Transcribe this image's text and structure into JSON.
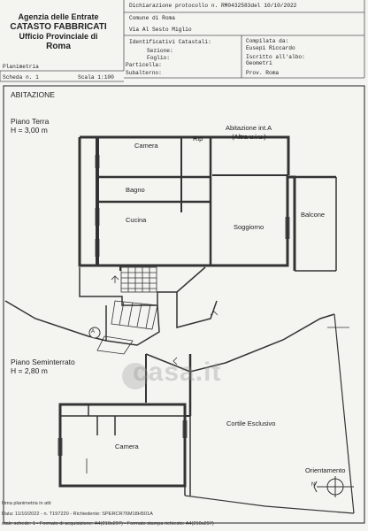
{
  "header": {
    "agency": [
      "Agenzia delle Entrate",
      "CATASTO FABBRICATI",
      "Ufficio Provinciale di",
      "Roma"
    ],
    "protocol": "Dichiarazione protocollo n. RM0432583del  10/10/2022",
    "comune": "Comune di Roma",
    "via": "Via Al Sesto Miglio",
    "identificativi": "Identificativi Catastali:",
    "sezione": "Sezione:",
    "foglio": "Foglio:",
    "particella": "Particella:",
    "subalterno": "Subalterno:",
    "compilata": "Compilata da:",
    "compilatore": "Eusepi Riccardo",
    "iscritto": "Iscritto all'albo:",
    "albo": "Geometri",
    "prov": "Prov. Roma",
    "planimetria": "Planimetria",
    "scheda": "Scheda n. 1",
    "scala": "Scala 1:100"
  },
  "plan": {
    "abitazione": "ABITAZIONE",
    "piano_terra": "Piano Terra",
    "h_terra": "H = 3,00 m",
    "abitazione_int": "Abitazione int.A",
    "altra_uiu": "(Altra u.i.u.)",
    "piano_seminterrato": "Piano Seminterrato",
    "h_seminterrato": "H = 2,80 m",
    "rooms": {
      "camera": "Camera",
      "rip": "Rip",
      "bagno": "Bagno",
      "cucina": "Cucina",
      "soggiorno": "Soggiorno",
      "balcone": "Balcone",
      "camera_seminterrato": "Camera",
      "cortile": "Cortile Esclusivo"
    },
    "marker_a": "A",
    "orientamento": "Orientamento",
    "north": "N"
  },
  "footer": {
    "line1": "ltima planimetria in atti",
    "line2": "Data: 11/10/2022 - n. T197220 - Richiedente: SPERCR76M18H501A",
    "line3": "otale schede: 1 - Formato di acquisizione: A4(210x297) - Formato stampa richiesto: A4(210x297)"
  },
  "watermark": "casa.it"
}
